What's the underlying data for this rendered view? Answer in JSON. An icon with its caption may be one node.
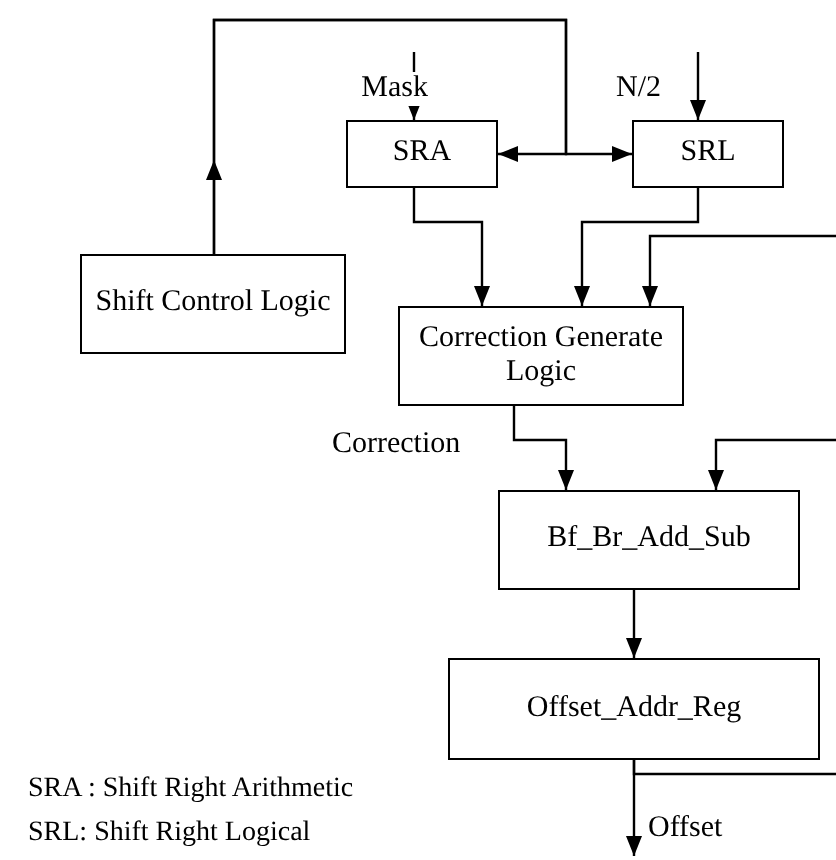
{
  "diagram": {
    "nodes": [
      {
        "text": [
          "SRA"
        ]
      },
      {
        "text": [
          "SRL"
        ]
      },
      {
        "text": [
          "Shift Control Logic"
        ]
      },
      {
        "text": [
          "Correction Generate Logic"
        ]
      },
      {
        "text": [
          "Bf_Br_Add_Sub"
        ]
      },
      {
        "text": [
          "Offset_Addr_Reg"
        ]
      }
    ],
    "edges": [
      {
        "from": 2,
        "to": 0,
        "arrow": "to"
      },
      {
        "from": 2,
        "to": 1,
        "arrow": "to"
      },
      {
        "from": null,
        "to": 0,
        "arrow": "to",
        "label": "Mask"
      },
      {
        "from": null,
        "to": 1,
        "arrow": "to",
        "label": "N/2"
      },
      {
        "from": 0,
        "to": 3,
        "arrow": "to"
      },
      {
        "from": 1,
        "to": 3,
        "arrow": "to"
      },
      {
        "from": null,
        "to": 3,
        "arrow": "to"
      },
      {
        "from": 3,
        "to": 4,
        "arrow": "to",
        "label": "Correction"
      },
      {
        "from": null,
        "to": 4,
        "arrow": "to"
      },
      {
        "from": 4,
        "to": 5,
        "arrow": "to"
      },
      {
        "from": 5,
        "to": null,
        "arrow": "to",
        "label": "Offset"
      },
      {
        "from": 5,
        "to": null,
        "arrow": "none"
      }
    ],
    "labels": [
      "SRA : Shift Right Arithmetic",
      "SRL: Shift Right Logical"
    ]
  }
}
